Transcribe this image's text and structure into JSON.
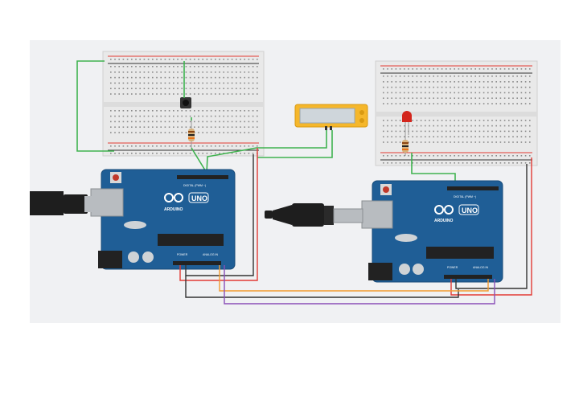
{
  "colors": {
    "canvas": "#f0f1f3",
    "breadboard": "#e9e9e9",
    "board_blue": "#1f5e96",
    "board_edge": "#174a78",
    "wire_green": "#3fb34f",
    "wire_red": "#e23b34",
    "wire_black": "#333333",
    "wire_orange": "#f29a2e",
    "wire_purple": "#8a4fb8",
    "lcd_frame": "#f5b72b",
    "lcd_screen": "#cfd6db",
    "led_red": "#d3261d"
  },
  "boards": [
    {
      "brand": "ARDUINO",
      "model": "UNO",
      "digital_label": "DIGITAL (PWM ~)",
      "power_label": "POWER",
      "analog_label": "ANALOG IN"
    },
    {
      "brand": "ARDUINO",
      "model": "UNO",
      "digital_label": "DIGITAL (PWM ~)",
      "power_label": "POWER",
      "analog_label": "ANALOG IN"
    }
  ],
  "components": {
    "left_breadboard": "breadboard",
    "right_breadboard": "breadboard",
    "push_button": "push-button",
    "resistors": 2,
    "lcd": "lcd-display",
    "led": "red-led",
    "usb_cables": 2
  }
}
